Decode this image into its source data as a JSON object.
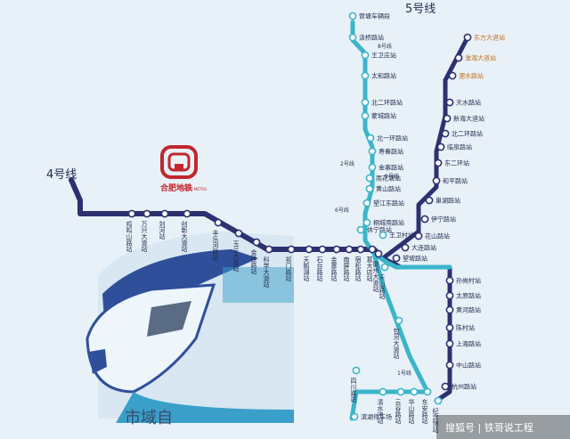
{
  "colors": {
    "background": "#e9f1f8",
    "line4": "#2c3170",
    "line5": "#2c3170",
    "line1": "#3bb5c9",
    "line2": "#3bb5c9",
    "highlight": "#c0701e",
    "logo": "#c1272d"
  },
  "logo": {
    "name": "合肥地铁",
    "sub": "HEFEI METRO"
  },
  "line4": {
    "title": "4号线",
    "stations": [
      "鸡鸣山路站",
      "万兴大道站",
      "刘河站",
      "创新大道站",
      "丰乐河路站",
      "玉兰大道站",
      "金桂路站",
      "科学大道站",
      "祁门路站",
      "天鹅湖站",
      "石台路站",
      "金寨路站",
      "南屏路站",
      "宿松路站",
      "葛大店站",
      "徽州大道站"
    ]
  },
  "line5": {
    "title": "5号线",
    "stations": [
      "东方大道站",
      "淮海大道站",
      "淝水路站",
      "天水路站",
      "新海大道站",
      "北二环路站",
      "临泉路站",
      "东二环站",
      "和平路站",
      "巢湖路站",
      "伊宁路站",
      "花山路站",
      "大连路站",
      "望坡路站",
      "孙岗村站",
      "太原路站",
      "黄河路站",
      "陈村站",
      "上海路站",
      "中山路站",
      "杭州路站"
    ],
    "highlight_stations": [
      "东方大道站",
      "淮海大道站",
      "淝水路站"
    ]
  },
  "line1": {
    "stations": [
      "管塘车辆段",
      "汲桥路站",
      "王卫庄站",
      "太和路站",
      "北二环路站",
      "蒙城路站",
      "北一环路站",
      "寿春路站",
      "金寨路站",
      "雨花塘站",
      "黄山路站",
      "望江东路站",
      "桐城南路站",
      "休宁路站",
      "王卫村站",
      "天山路站",
      "包河大道站",
      "四川路站",
      "清水冲站",
      "云谷路站",
      "华山路站",
      "东安路站",
      "纪念馆站",
      "滨湖停车场"
    ],
    "labels": [
      "8号线",
      "2号线",
      "9号线",
      "6号线",
      "1号线"
    ]
  },
  "watermark": "搜狐号 | 铁哥说工程",
  "train_caption": "市域自"
}
